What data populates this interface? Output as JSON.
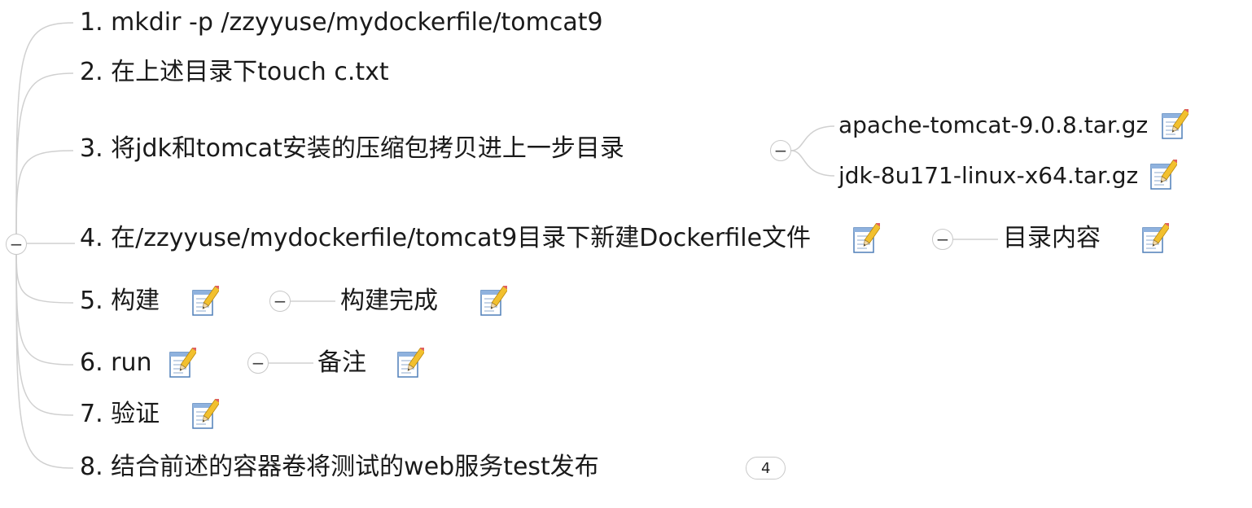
{
  "items": [
    {
      "label": "1. mkdir -p /zzyyuse/mydockerfile/tomcat9"
    },
    {
      "label": "2. 在上述目录下touch c.txt"
    },
    {
      "label": "3. 将jdk和tomcat安装的压缩包拷贝进上一步目录"
    },
    {
      "label": "4. 在/zzyyuse/mydockerfile/tomcat9目录下新建Dockerfile文件"
    },
    {
      "label": "5. 构建"
    },
    {
      "label": "6. run"
    },
    {
      "label": "7. 验证"
    },
    {
      "label": "8. 结合前述的容器卷将测试的web服务test发布"
    }
  ],
  "subtopics": {
    "item3": [
      "apache-tomcat-9.0.8.tar.gz",
      "jdk-8u171-linux-x64.tar.gz"
    ],
    "item4": "目录内容",
    "item5": "构建完成",
    "item6": "备注"
  },
  "collapse_symbol": "−",
  "item8_hidden_count": "4",
  "icons": {
    "note": "note-pencil-icon",
    "toggle": "collapse-toggle-icon"
  },
  "colors": {
    "line": "#d0d0d0",
    "text": "#1a1a1a",
    "note_pencil": "#f2c02e"
  }
}
